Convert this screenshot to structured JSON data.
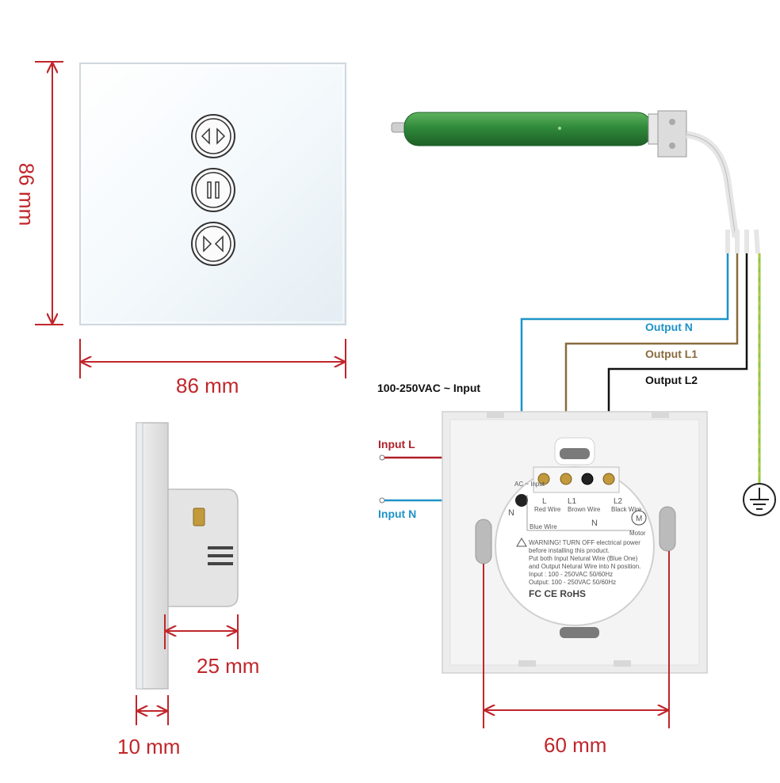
{
  "dimensions": {
    "panel_height": "86 mm",
    "panel_width": "86 mm",
    "depth": "25 mm",
    "glass_thickness": "10 mm",
    "mount_spacing": "60 mm"
  },
  "wiring": {
    "input_title": "100-250VAC ~ Input",
    "input_l": "Input L",
    "input_n": "Input N",
    "output_n": "Output N",
    "output_l1": "Output L1",
    "output_l2": "Output L2"
  },
  "terminals": {
    "ac_input": "AC ~ Input",
    "n": "N",
    "l": "L",
    "l_wire": "Red Wire",
    "l1": "L1",
    "l1_wire": "Brown Wire",
    "l2": "L2",
    "l2_wire": "Black Wire",
    "blue_wire": "Blue Wire",
    "n_bottom": "N",
    "motor_symbol": "M",
    "motor": "Motor"
  },
  "warning": {
    "line1": "WARNING! TURN OFF electrical power",
    "line2": "before installing this product.",
    "line3": "Put both Input Netural Wire (Blue One)",
    "line4": "and Output Netural Wire into N position.",
    "line5": "Input : 100 - 250VAC 50/60Hz",
    "line6": "Output: 100 - 250VAC 50/60Hz",
    "certs": "FC CE RoHS"
  },
  "colors": {
    "dimension": "#c0262b",
    "input_l": "#b0202a",
    "input_n": "#1e93c8",
    "output_n": "#1e93c8",
    "output_l1": "#8a6a3e",
    "output_l2": "#111111",
    "ground": "#8cc63f",
    "motor_tube": "#2f8a3a"
  }
}
